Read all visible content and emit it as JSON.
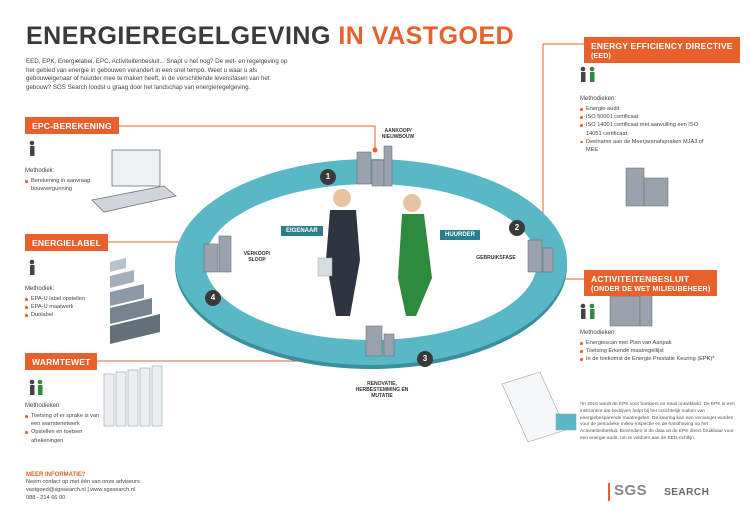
{
  "title": {
    "part1": "ENERGIEREGELGEVING",
    "part2": "IN VASTGOED"
  },
  "intro": "EED, EPK, Energielabel, EPC, Activiteitenbesluit... Snapt u het nog? De wet- en regelgeving op het gebied van energie in gebouwen verandert in een snel tempo. Weet u waar u als gebouweigenaar of huurder mee te maken heeft, in de verschillende levensfasen van het gebouw? SGS Search loodst u graag door het landschap van energieregelgeving.",
  "left": {
    "epc": {
      "badge": "EPC-BEREKENING",
      "methodiek_label": "Methodiek:",
      "items": [
        "Berekening in aanvraag bouwvergunning"
      ]
    },
    "energielabel": {
      "badge": "ENERGIELABEL",
      "methodiek_label": "Methodiek:",
      "items": [
        "EPA-U label opstellen",
        "EPA-U maatwerk",
        "Duolabel"
      ]
    },
    "warmtewet": {
      "badge": "WARMTEWET",
      "methodiek_label": "Methodieken:",
      "items": [
        "Toetsing of er sprake is van een warmtenetwerk",
        "Opstellen en toetsen afrekeningen"
      ]
    }
  },
  "right": {
    "eed": {
      "badge": "ENERGY EFFICIENCY DIRECTIVE",
      "sub": "(EED)",
      "methodiek_label": "Methodieken:",
      "items": [
        "Energie-audit",
        "ISO 50001 certificaat",
        "ISO 14001 certificaat met aanvulling een ISO 14051 certificaat",
        "Deelname aan de Meerjarenafspraken MJA3 of MEE"
      ]
    },
    "activiteiten": {
      "badge": "ACTIVITEITENBESLUIT",
      "sub": "(ONDER DE WET MILIEUBEHEER)",
      "methodiek_label": "Methodieken:",
      "items": [
        "Energiescan met Plan van Aanpak",
        "Toetsing Erkende maatregellijst",
        "In de toekomst de Energie Prestatie Keuring (EPK)*"
      ]
    }
  },
  "cycle": {
    "stages": [
      {
        "num": "1",
        "label": "AANKOOP/ NIEUWBOUW"
      },
      {
        "num": "2",
        "label": "GEBRUIKSFASE"
      },
      {
        "num": "3",
        "label": "RENOVATIE, HERBESTEMMING EN MUTATIE"
      },
      {
        "num": "4",
        "label": "VERKOOP/ SLOOP"
      }
    ],
    "eigenaar": "EIGENAAR",
    "huurder": "HUURDER"
  },
  "footnote": "*In 2016 wordt de EPK voor bankiers en retail ontwikkeld. De EPK is een instrument dat bedrijven helpt bij het inzichtelijk maken van energiebesparende maatregelen. De keuring kan een vervanger worden voor de periodieke milieu-inspectie en de handhaving op het Activiteitenbesluit. Bovendien is de data uit de EPK direct bruikbaar voor een energie-audit, om te voldoen aan de EED-richtlijn.",
  "meer": {
    "title": "MEER INFORMATIE?",
    "line1": "Neem contact op met één van onze adviseurs.",
    "line2": "vastgoed@sgssearch.nl | www.sgssearch.nl",
    "line3": "088 - 214 66 00"
  },
  "logo": {
    "sgs": "SGS",
    "search": "SEARCH"
  },
  "colors": {
    "accent": "#e8612c",
    "ring": "#5ab8c6",
    "ring_dark": "#2a7f8c",
    "dark": "#3a3a3a"
  }
}
